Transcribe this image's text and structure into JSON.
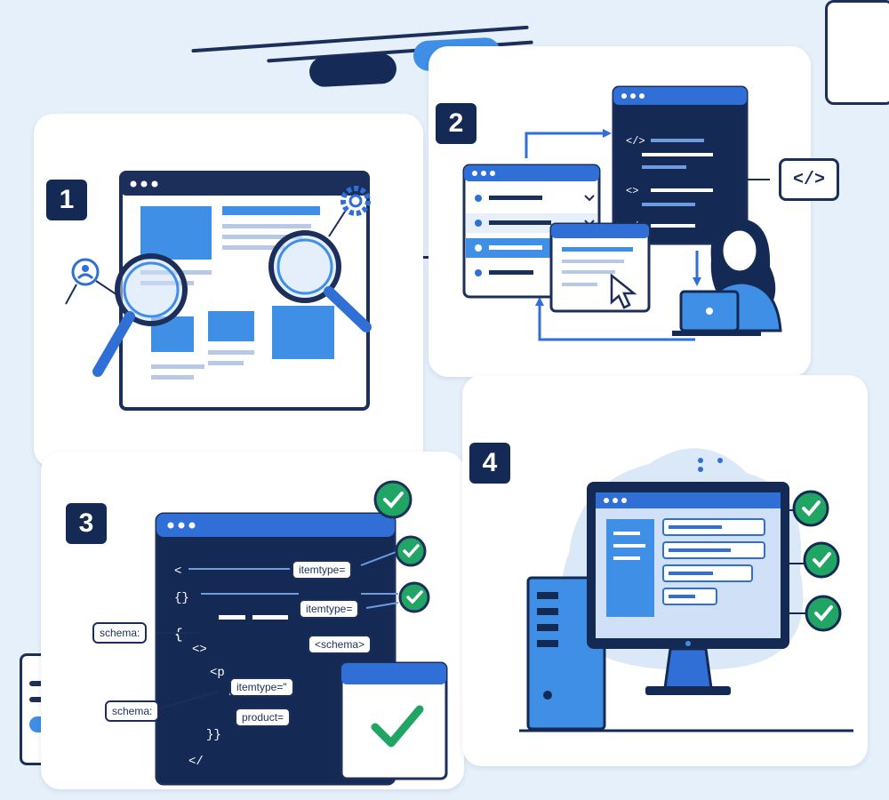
{
  "steps": {
    "s1": {
      "number": "1"
    },
    "s2": {
      "number": "2"
    },
    "s3": {
      "number": "3"
    },
    "s4": {
      "number": "4"
    }
  },
  "code_snippet": {
    "icon": "code-tag-icon",
    "text": "</>"
  },
  "step3_tags": {
    "left_schema_1": "schema:",
    "left_schema_2": "schema:",
    "itemtype_1": "itemtype=",
    "itemtype_2": "itemtype=",
    "schema_tag": "<schema>",
    "itemtype_3": "itemtype=\"",
    "product": "product="
  },
  "colors": {
    "navy": "#142a55",
    "blue": "#2f6fd6",
    "light_blue": "#cfe0f7",
    "green": "#21a564",
    "background": "#e6f0fb"
  }
}
